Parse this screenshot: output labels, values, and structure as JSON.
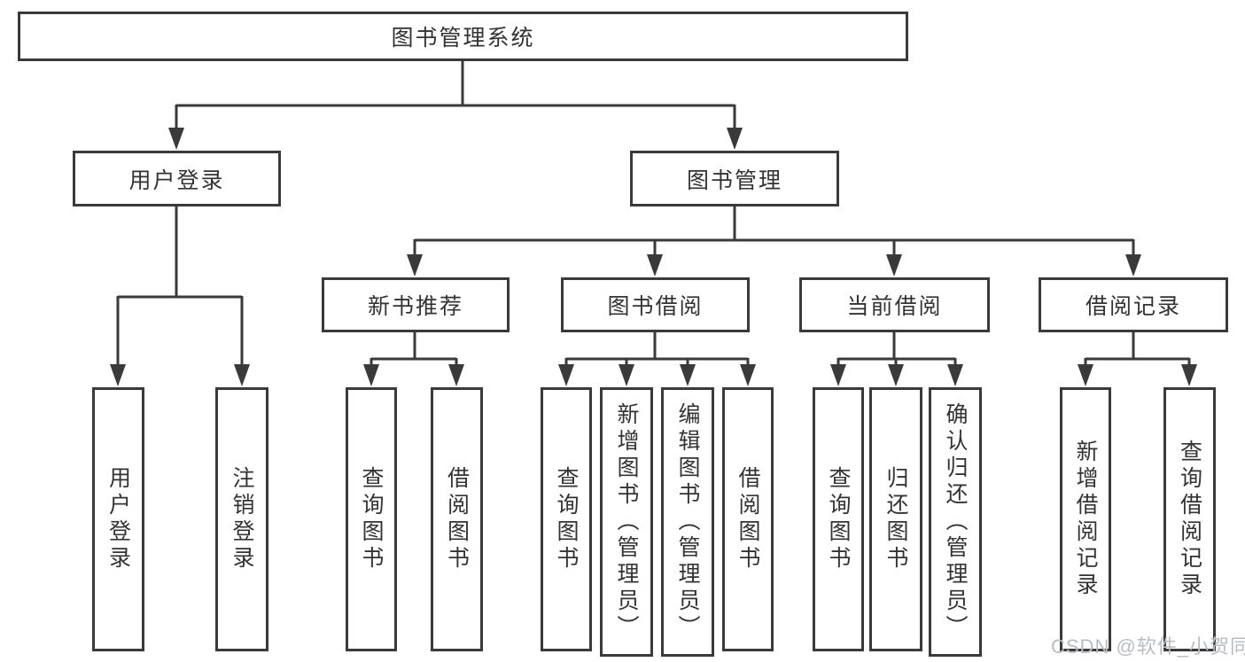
{
  "diagram": {
    "root": {
      "label": "图书管理系统"
    },
    "branches": [
      {
        "label": "用户登录",
        "children": [
          {
            "label": "用户登录"
          },
          {
            "label": "注销登录"
          }
        ]
      },
      {
        "label": "图书管理",
        "children": [
          {
            "label": "新书推荐",
            "children": [
              {
                "label": "查询图书"
              },
              {
                "label": "借阅图书"
              }
            ]
          },
          {
            "label": "图书借阅",
            "children": [
              {
                "label": "查询图书"
              },
              {
                "label": "新增图书（管理员）"
              },
              {
                "label": "编辑图书（管理员）"
              },
              {
                "label": "借阅图书"
              }
            ]
          },
          {
            "label": "当前借阅",
            "children": [
              {
                "label": "查询图书"
              },
              {
                "label": "归还图书"
              },
              {
                "label": "确认归还（管理员）"
              }
            ]
          },
          {
            "label": "借阅记录",
            "children": [
              {
                "label": "新增借阅记录"
              },
              {
                "label": "查询借阅记录"
              }
            ]
          }
        ]
      }
    ]
  },
  "watermark": {
    "text": "CSDN @软件_小贺同学"
  },
  "colors": {
    "line": "#3a3a3a",
    "text": "#333333",
    "watermark": "#b9bcc2",
    "background": "#ffffff"
  }
}
